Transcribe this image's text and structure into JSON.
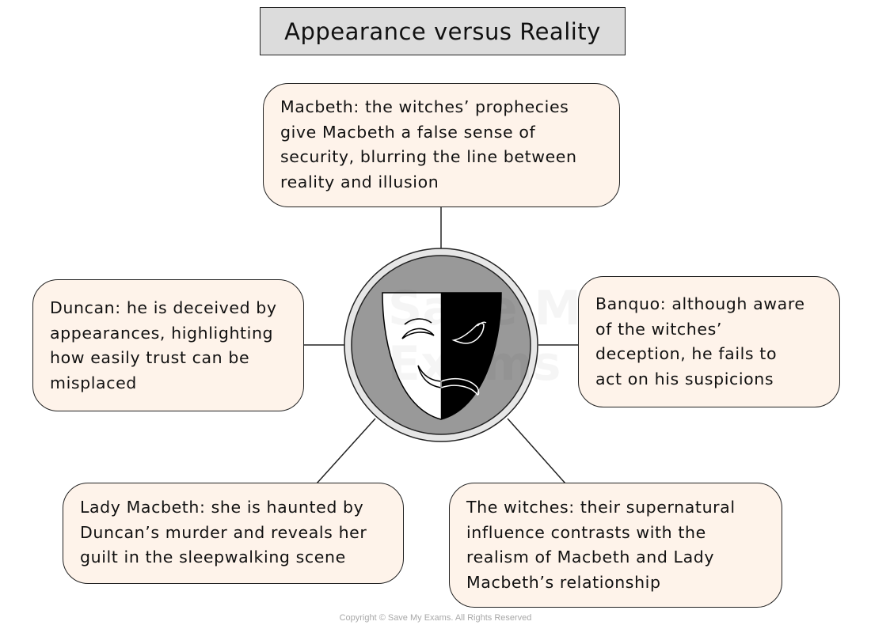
{
  "title": "Appearance versus Reality",
  "center": {
    "icon": "comedy-tragedy-mask-icon",
    "colors": {
      "ring": "#e6e6e6",
      "disc": "#999999",
      "mask_light": "#ffffff",
      "mask_dark": "#000000"
    }
  },
  "nodes": [
    {
      "id": "macbeth",
      "lines": [
        "Macbeth: the witches’ prophecies",
        "give Macbeth a false sense of",
        "security, blurring the line between",
        "reality and illusion"
      ]
    },
    {
      "id": "duncan",
      "lines": [
        "Duncan: he is deceived by",
        "appearances, highlighting",
        "how easily trust can be",
        "misplaced"
      ]
    },
    {
      "id": "banquo",
      "lines": [
        "Banquo: although aware",
        "of the witches’",
        "deception, he fails to",
        "act on his suspicions"
      ]
    },
    {
      "id": "lady-macbeth",
      "lines": [
        "Lady Macbeth: she is haunted by",
        "Duncan’s murder and reveals her",
        "guilt in the sleepwalking scene"
      ]
    },
    {
      "id": "witches",
      "lines": [
        "The witches: their supernatural",
        "influence contrasts with the",
        "realism of Macbeth and Lady",
        "Macbeth’s relationship"
      ]
    }
  ],
  "colors": {
    "card_fill": "#fef3ea",
    "title_fill": "#dcdcdc",
    "stroke": "#222222"
  },
  "watermark": "Save My Exams",
  "copyright": "Copyright © Save My Exams. All Rights Reserved"
}
